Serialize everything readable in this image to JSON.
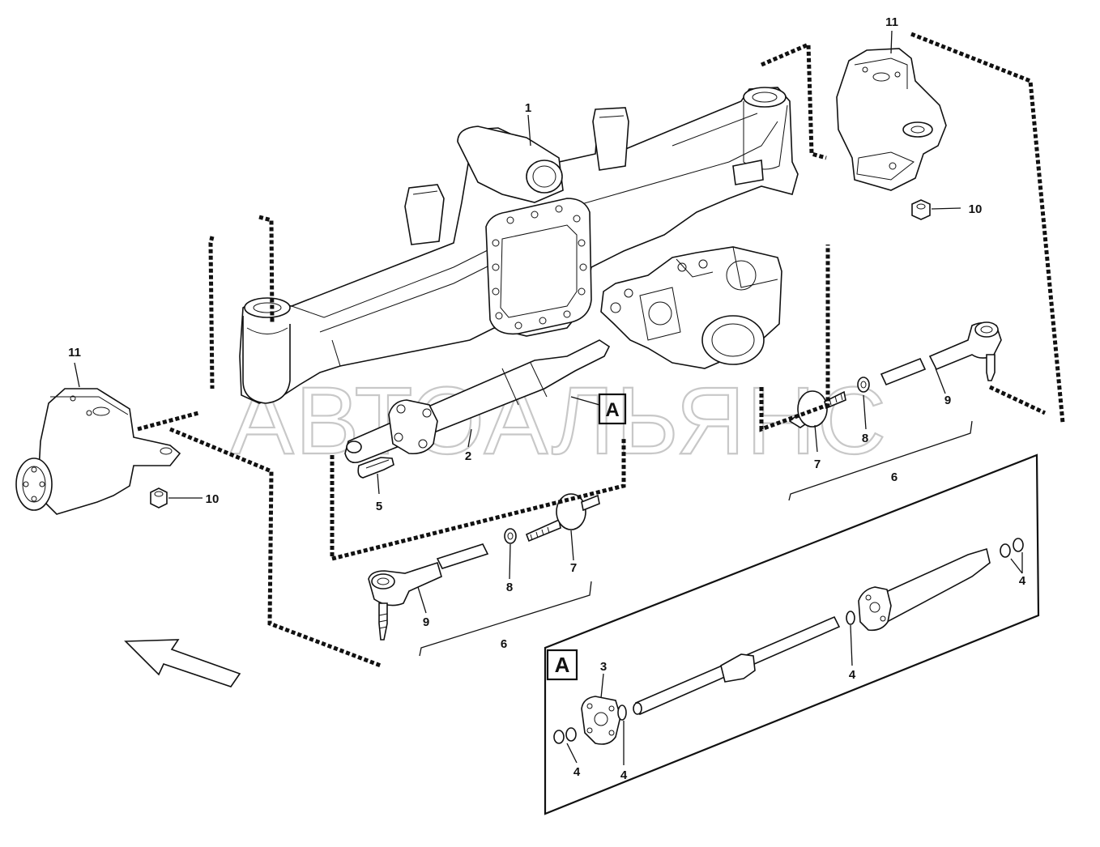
{
  "watermark": "АВТОАЛЬЯНС",
  "callouts": {
    "c1": "1",
    "c2": "2",
    "c3": "3",
    "c4": "4",
    "c5": "5",
    "c6": "6",
    "c7": "7",
    "c8": "8",
    "c9": "9",
    "c10": "10",
    "c11": "11"
  },
  "detail_label": "A",
  "icons": {
    "direction": "arrow-icon"
  }
}
